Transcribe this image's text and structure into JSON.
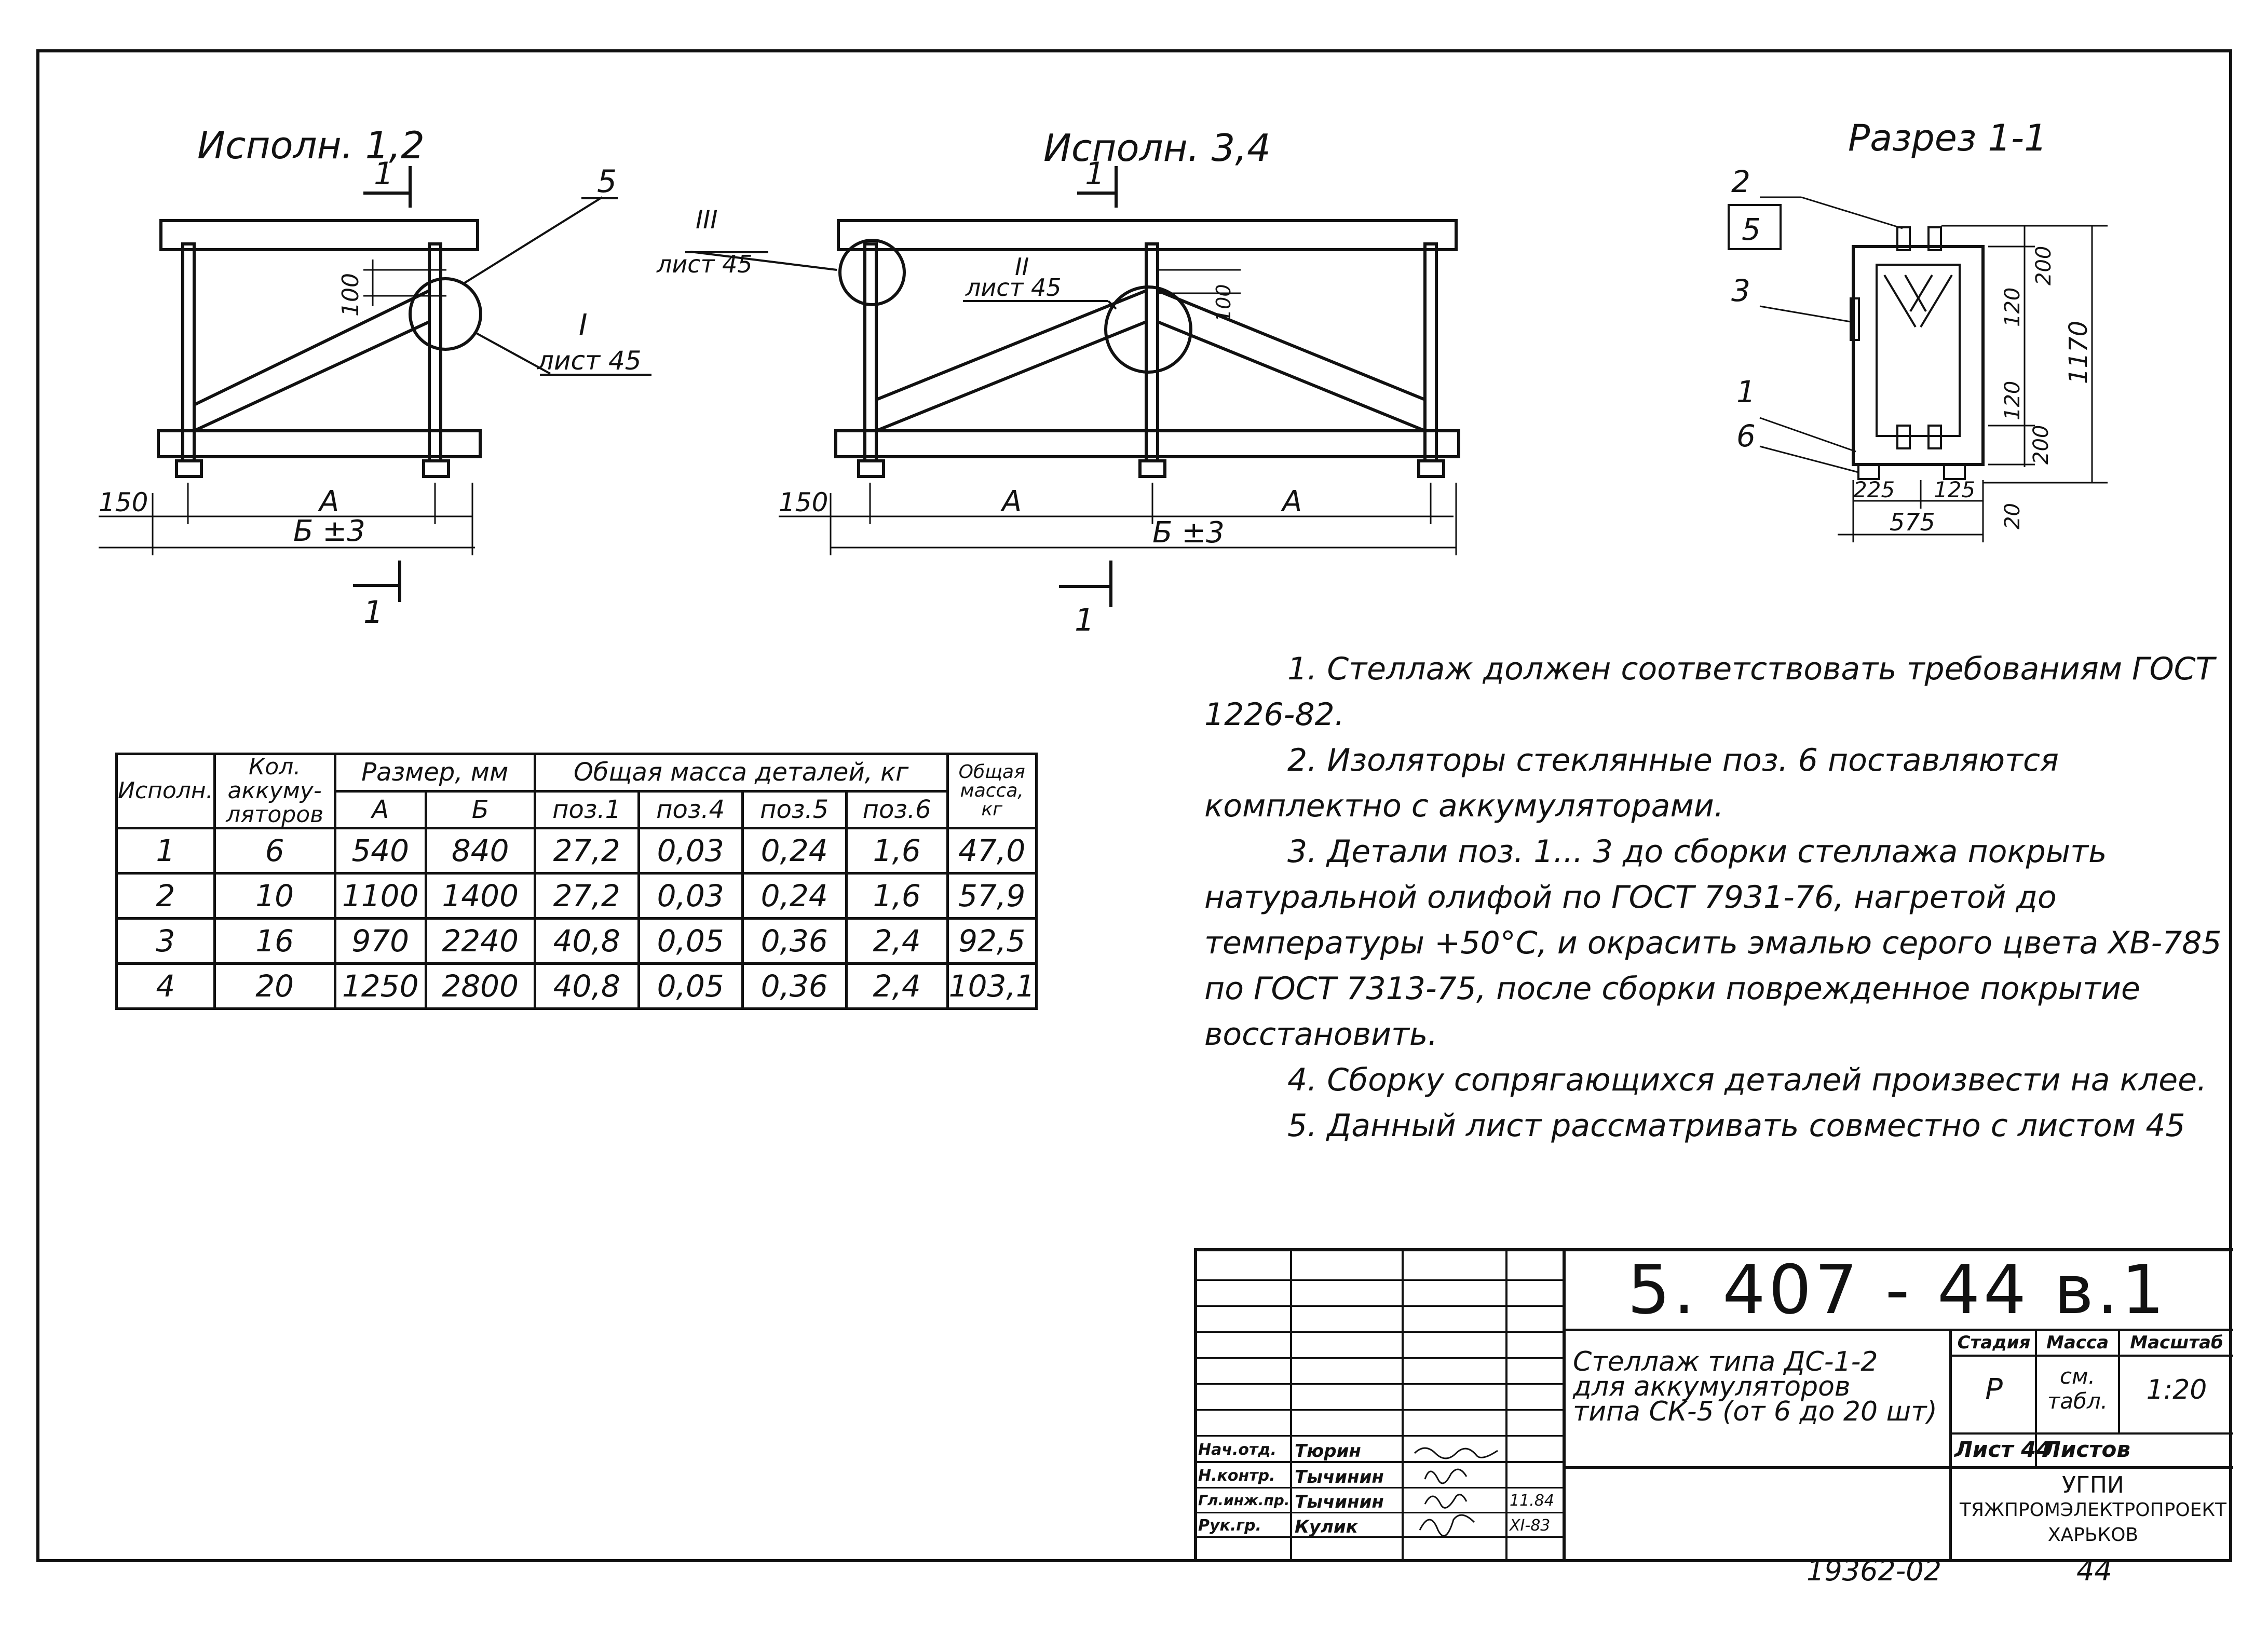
{
  "drawing": {
    "views": {
      "v12_title": "Исполн. 1,2",
      "v34_title": "Исполн. 3,4",
      "section_title": "Разрез 1-1"
    },
    "v12": {
      "section_mark": "1",
      "pos5": "5",
      "detail_I": "I",
      "detail_I_sheet": "лист 45",
      "dim_100": "100",
      "dim_150": "150",
      "dim_A": "А",
      "dim_B": "Б ±3"
    },
    "v34": {
      "section_mark": "1",
      "detail_III": "III",
      "detail_III_sheet": "лист 45",
      "detail_II": "II",
      "detail_II_sheet": "лист 45",
      "dim_100": "100",
      "dim_150": "150",
      "dim_A1": "А",
      "dim_A2": "А",
      "dim_B": "Б ±3"
    },
    "section": {
      "pos2": "2",
      "pos5": "5",
      "pos3": "3",
      "pos1": "1",
      "pos6": "6",
      "dim_200a": "200",
      "dim_120a": "120",
      "dim_120b": "120",
      "dim_200b": "200",
      "dim_1170": "1170",
      "dim_20": "20",
      "dim_225": "225",
      "dim_125": "125",
      "dim_575": "575"
    }
  },
  "notes": [
    "1. Стеллаж должен соответствовать требованиям ГОСТ 1226-82.",
    "2. Изоляторы стеклянные поз. 6 поставляются комплектно с аккумуляторами.",
    "3. Детали поз. 1... 3 до сборки стеллажа покрыть натуральной олифой по ГОСТ 7931-76, нагретой до температуры +50°С, и окрасить эмалью серого цвета ХВ-785 по ГОСТ 7313-75, после сборки поврежденное покрытие восстановить.",
    "4. Сборку сопрягающихся деталей произвести на клее.",
    "5. Данный лист рассматривать совместно с листом 45"
  ],
  "table": {
    "h_ispoln": "Исполн.",
    "h_kol": "Кол. аккуму-ляторов",
    "h_razmer": "Размер, мм",
    "h_massa": "Общая масса деталей, кг",
    "h_total": "Общая масса, кг",
    "h_A": "А",
    "h_B": "Б",
    "h_p1": "поз.1",
    "h_p4": "поз.4",
    "h_p5": "поз.5",
    "h_p6": "поз.6",
    "rows": [
      {
        "isp": "1",
        "kol": "6",
        "A": "540",
        "B": "840",
        "p1": "27,2",
        "p4": "0,03",
        "p5": "0,24",
        "p6": "1,6",
        "tot": "47,0"
      },
      {
        "isp": "2",
        "kol": "10",
        "A": "1100",
        "B": "1400",
        "p1": "27,2",
        "p4": "0,03",
        "p5": "0,24",
        "p6": "1,6",
        "tot": "57,9"
      },
      {
        "isp": "3",
        "kol": "16",
        "A": "970",
        "B": "2240",
        "p1": "40,8",
        "p4": "0,05",
        "p5": "0,36",
        "p6": "2,4",
        "tot": "92,5"
      },
      {
        "isp": "4",
        "kol": "20",
        "A": "1250",
        "B": "2800",
        "p1": "40,8",
        "p4": "0,05",
        "p5": "0,36",
        "p6": "2,4",
        "tot": "103,1"
      }
    ]
  },
  "titleblock": {
    "code": "5. 407 - 44 в.1",
    "title_l1": "Стеллаж типа ДС-1-2",
    "title_l2": "для аккумуляторов",
    "title_l3": "типа СК-5 (от 6 до 20 шт)",
    "h_stadia": "Стадия",
    "h_massa": "Масса",
    "h_masshtab": "Масштаб",
    "stadia": "Р",
    "massa_l1": "см.",
    "massa_l2": "табл.",
    "masshtab": "1:20",
    "list": "Лист 44",
    "listov": "Листов",
    "org1": "УГПИ",
    "org2": "ТЯЖПРОМЭЛЕКТРОПРОЕКТ",
    "org3": "ХАРЬКОВ",
    "signers": [
      {
        "role": "Нач.отд.",
        "name": "Тюрин",
        "date": ""
      },
      {
        "role": "Н.контр.",
        "name": "Тычинин",
        "date": ""
      },
      {
        "role": "Гл.инж.пр.",
        "name": "Тычинин",
        "date": "11.84"
      },
      {
        "role": "Рук.гр.",
        "name": "Кулик",
        "date": "XI-83"
      }
    ]
  },
  "footer": {
    "inv": "19362-02",
    "sheet": "44"
  }
}
